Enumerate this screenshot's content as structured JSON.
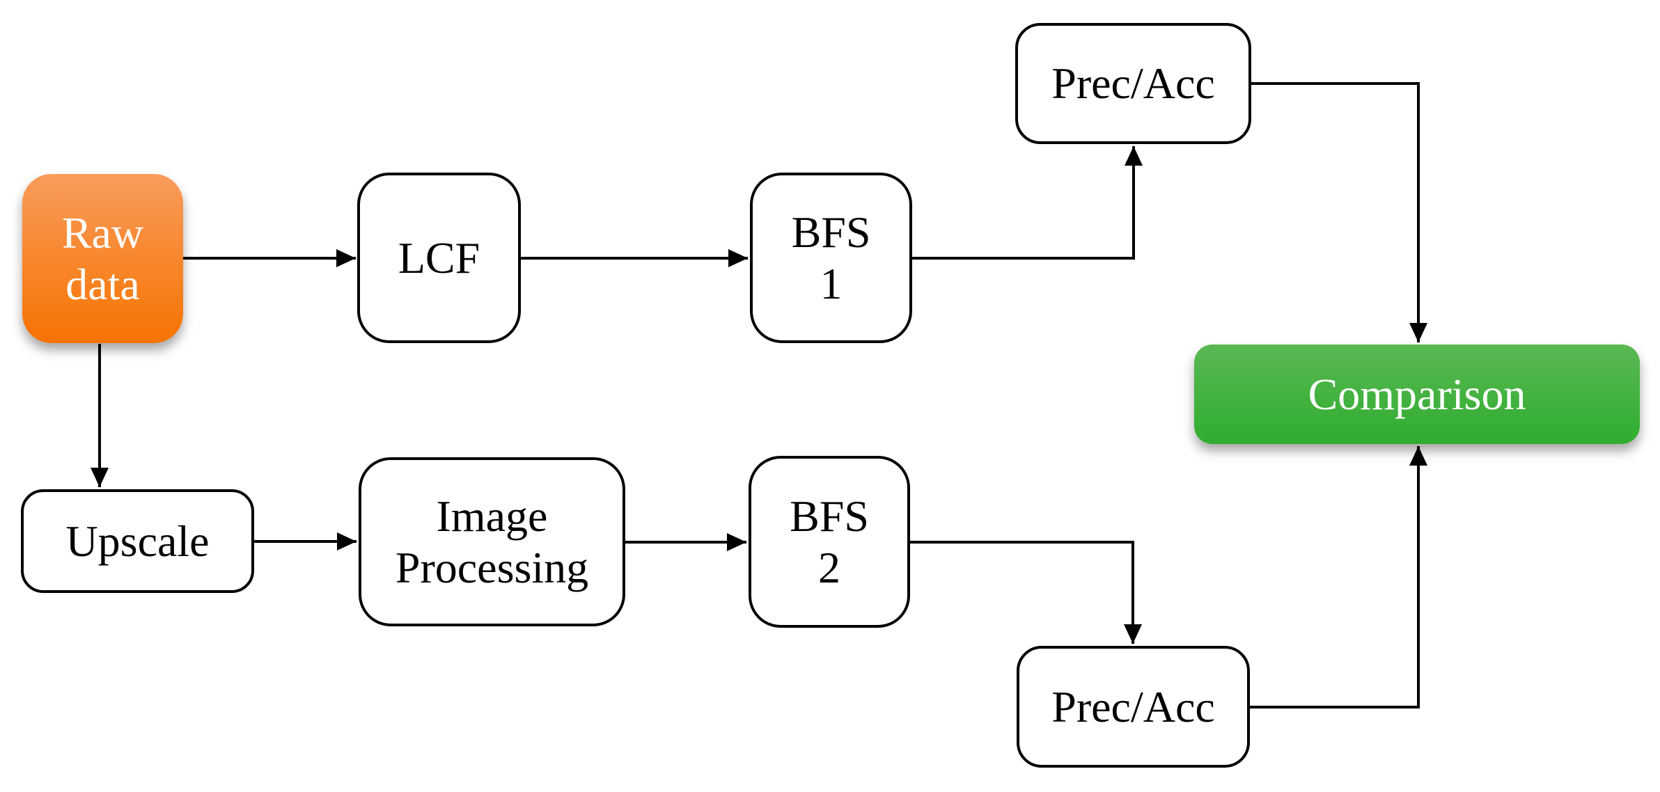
{
  "diagram": {
    "type": "flowchart",
    "background_color": "#ffffff",
    "colors": {
      "raw_data_gradient_top": "#f99c5b",
      "raw_data_gradient_bottom": "#f67301",
      "comparison_gradient_top": "#5ab853",
      "comparison_gradient_bottom": "#2fad2f",
      "node_border": "#000000",
      "node_background": "#ffffff",
      "node_text": "#000000",
      "highlight_text": "#ffffff",
      "arrow": "#000000"
    },
    "nodes": {
      "raw_data": {
        "lines": [
          "Raw",
          "data"
        ]
      },
      "lcf": {
        "label": "LCF"
      },
      "bfs1": {
        "lines": [
          "BFS",
          "1"
        ]
      },
      "prec_acc_top": {
        "label": "Prec/Acc"
      },
      "comparison": {
        "label": "Comparison"
      },
      "upscale": {
        "label": "Upscale"
      },
      "image_processing": {
        "lines": [
          "Image",
          "Processing"
        ]
      },
      "bfs2": {
        "lines": [
          "BFS",
          "2"
        ]
      },
      "prec_acc_bottom": {
        "label": "Prec/Acc"
      }
    },
    "edges": [
      {
        "from": "raw_data",
        "to": "lcf"
      },
      {
        "from": "raw_data",
        "to": "upscale"
      },
      {
        "from": "lcf",
        "to": "bfs1"
      },
      {
        "from": "bfs1",
        "to": "prec_acc_top"
      },
      {
        "from": "prec_acc_top",
        "to": "comparison"
      },
      {
        "from": "upscale",
        "to": "image_processing"
      },
      {
        "from": "image_processing",
        "to": "bfs2"
      },
      {
        "from": "bfs2",
        "to": "prec_acc_bottom"
      },
      {
        "from": "prec_acc_bottom",
        "to": "comparison"
      }
    ]
  }
}
